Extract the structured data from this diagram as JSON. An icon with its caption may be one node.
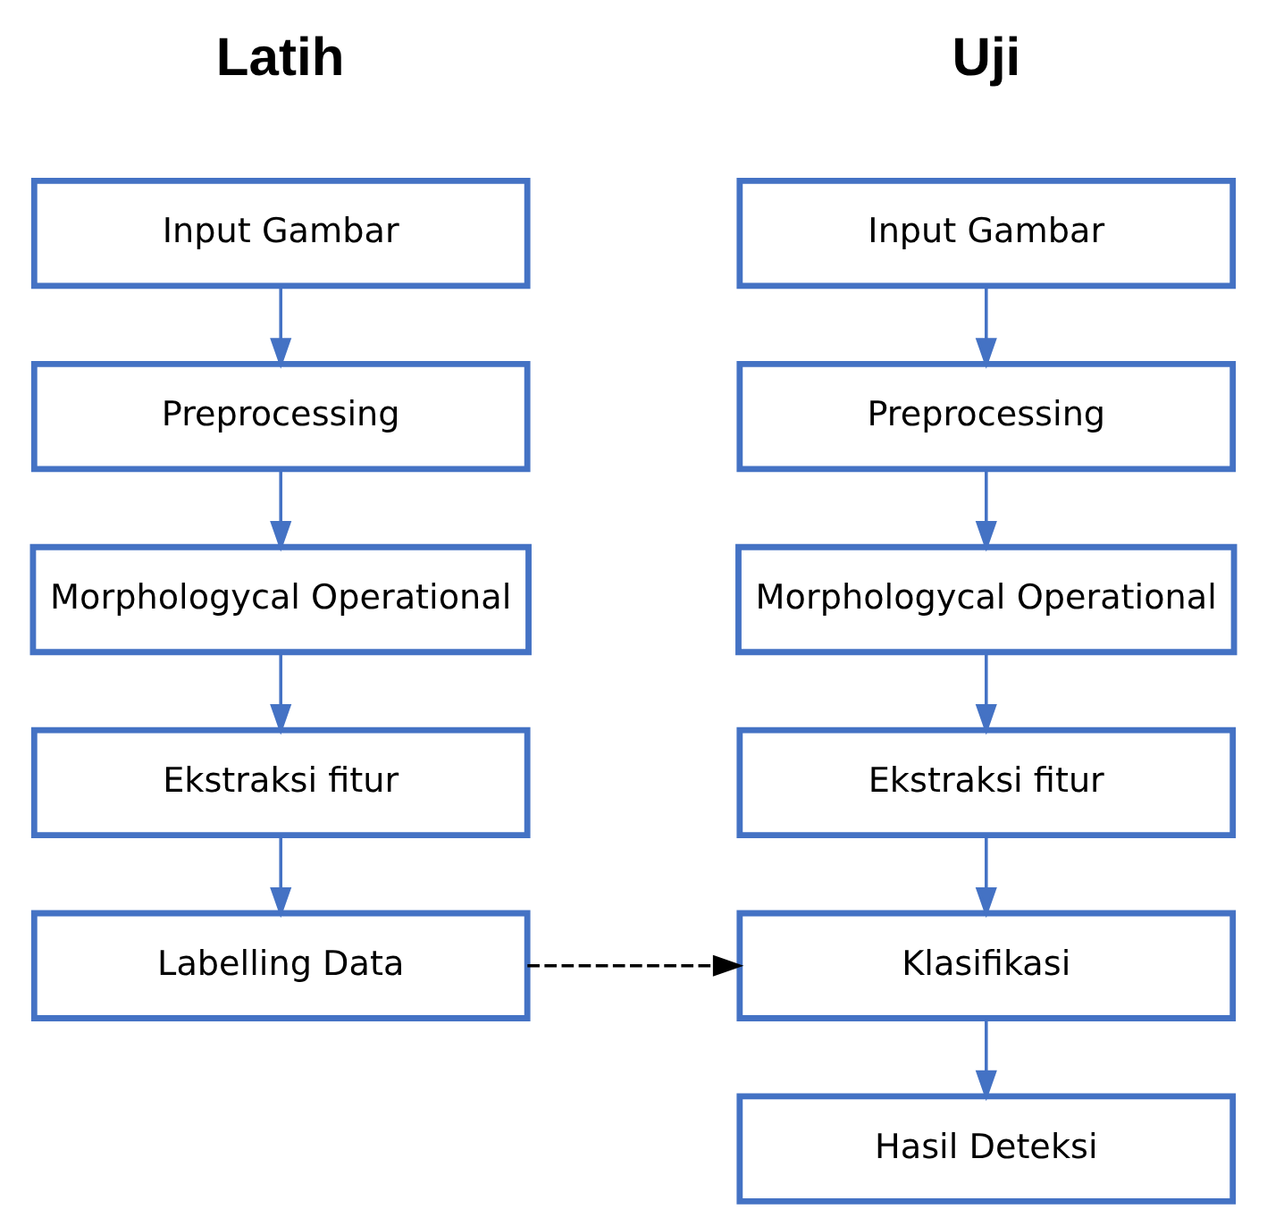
{
  "diagram": {
    "nodes": [
      {
        "text": [
          "Input Gambar"
        ]
      },
      {
        "text": [
          "Preprocessing"
        ]
      },
      {
        "text": [
          "Morphologycal Operational"
        ]
      },
      {
        "text": [
          "Ekstraksi fitur"
        ]
      },
      {
        "text": [
          "Labelling Data"
        ]
      },
      {
        "text": [
          "Input Gambar"
        ]
      },
      {
        "text": [
          "Preprocessing"
        ]
      },
      {
        "text": [
          "Morphologycal Operational"
        ]
      },
      {
        "text": [
          "Ekstraksi fitur"
        ]
      },
      {
        "text": [
          "Klasifikasi"
        ]
      },
      {
        "text": [
          "Hasil Deteksi"
        ]
      }
    ],
    "edges": [
      {
        "from": 0,
        "to": 1,
        "arrow": "to"
      },
      {
        "from": 1,
        "to": 2,
        "arrow": "to"
      },
      {
        "from": 2,
        "to": 3,
        "arrow": "to"
      },
      {
        "from": 3,
        "to": 4,
        "arrow": "to"
      },
      {
        "from": 5,
        "to": 6,
        "arrow": "to"
      },
      {
        "from": 6,
        "to": 7,
        "arrow": "to"
      },
      {
        "from": 7,
        "to": 8,
        "arrow": "to"
      },
      {
        "from": 8,
        "to": 9,
        "arrow": "to"
      },
      {
        "from": 9,
        "to": 10,
        "arrow": "to"
      },
      {
        "from": 4,
        "to": 9,
        "arrow": "to",
        "style": "dashed",
        "color": "#000000"
      }
    ],
    "labels": [
      "Latih",
      "Uji"
    ]
  }
}
